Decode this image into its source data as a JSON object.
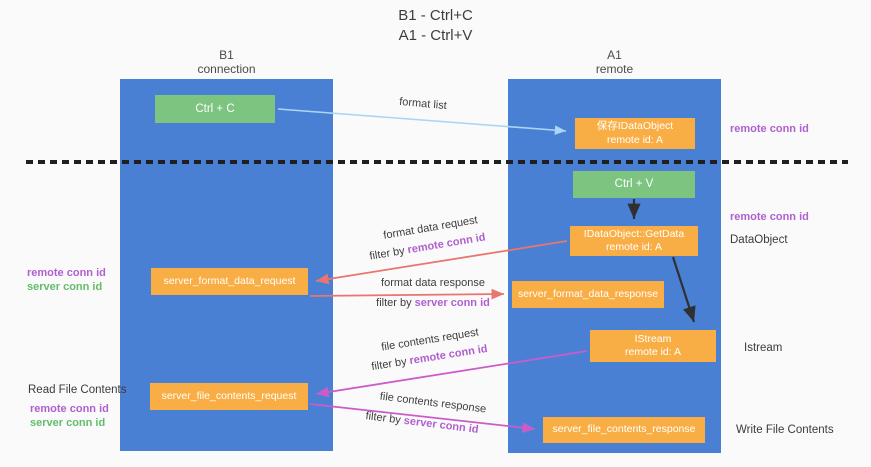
{
  "title": {
    "line1": "B1 - Ctrl+C",
    "line2": "A1 - Ctrl+V"
  },
  "columns": {
    "left": {
      "name": "B1",
      "subtitle": "connection"
    },
    "right": {
      "name": "A1",
      "subtitle": "remote"
    }
  },
  "boxes": {
    "ctrl_c": "Ctrl + C",
    "ctrl_v": "Ctrl + V",
    "save_dataobject": {
      "line1": "保存IDataObject",
      "line2": "remote id: A"
    },
    "getdata": {
      "line1": "IDataObject::GetData",
      "line2": "remote id: A"
    },
    "istream": {
      "line1": "IStream",
      "line2": "remote id: A"
    },
    "server_format_data_request": "server_format_data_request",
    "server_format_data_response": "server_format_data_response",
    "server_file_contents_request": "server_file_contents_request",
    "server_file_contents_response": "server_file_contents_response"
  },
  "right_labels": {
    "remote_conn_id_top": "remote conn id",
    "remote_conn_id_mid": "remote conn id",
    "dataobject": "DataObject",
    "istream": "Istream",
    "write_file_contents": "Write File Contents"
  },
  "left_labels": {
    "mid": {
      "remote": "remote conn id",
      "server": "server conn id"
    },
    "read_file_contents": "Read File Contents",
    "bottom": {
      "remote": "remote conn id",
      "server": "server conn id"
    }
  },
  "arrow_labels": {
    "format_list": "format list",
    "format_data_request": {
      "title": "format data request",
      "filter_prefix": "filter by ",
      "filter_value": "remote conn id"
    },
    "format_data_response": {
      "title": "format data response",
      "filter_prefix": "filter by ",
      "filter_value": "server conn id"
    },
    "file_contents_request": {
      "title": "file contents request",
      "filter_prefix": "filter by ",
      "filter_value": "remote conn id"
    },
    "file_contents_response": {
      "title": "file contents response",
      "filter_prefix": "filter by ",
      "filter_value": "server conn id"
    }
  },
  "colors": {
    "lane_blue": "#4a80d4",
    "box_green": "#7cc47f",
    "box_orange": "#f9ae45",
    "label_purple": "#b05fd0",
    "label_green": "#63bd6a",
    "arrow_red": "#e8756e",
    "arrow_magenta": "#c95cc9",
    "arrow_blue": "#a9d6f5",
    "arrow_black": "#303030"
  }
}
